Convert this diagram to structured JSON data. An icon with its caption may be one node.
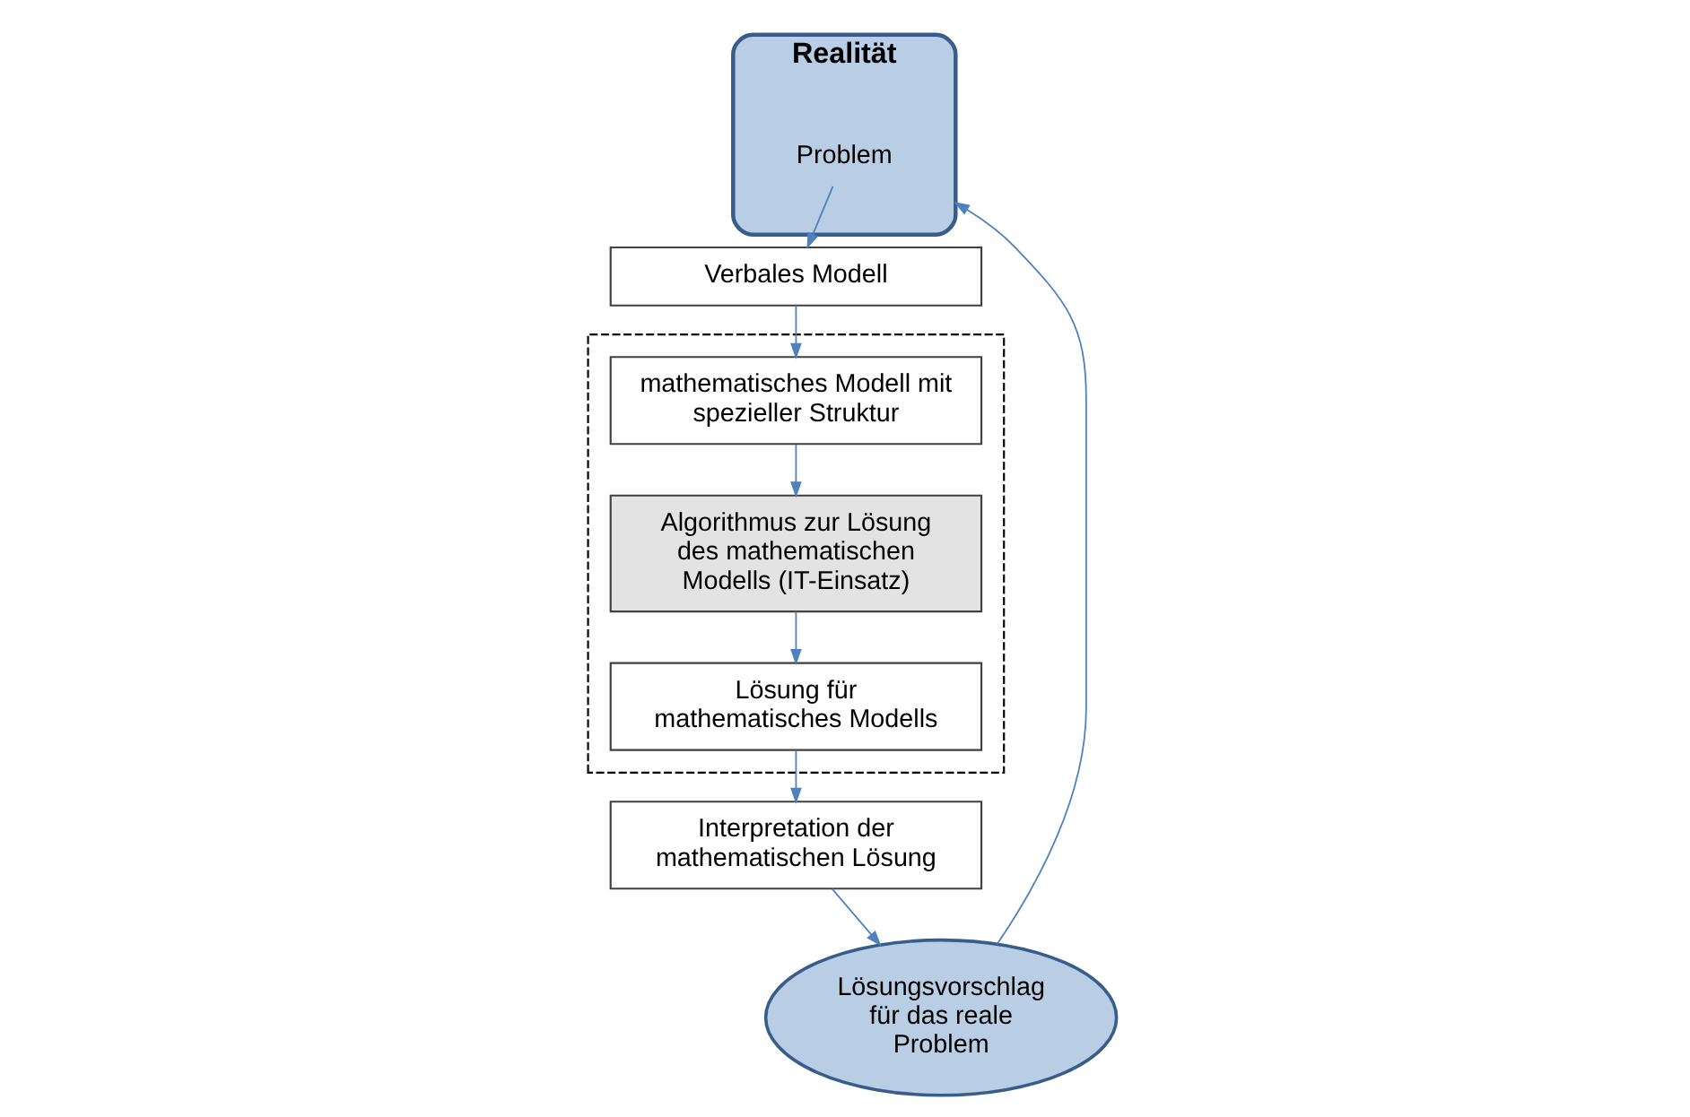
{
  "diagram": {
    "nodes": [
      {
        "text": [
          "Realität"
        ]
      },
      {
        "text": [
          "Problem"
        ],
        "in": 0
      },
      {
        "text": [
          "Verbales Modell"
        ]
      },
      {
        "text": [],
        "shape": "box"
      },
      {
        "text": [
          "mathematisches Modell mit spezieller Struktur"
        ],
        "in": 3
      },
      {
        "text": [
          "Algorithmus zur Lösung des mathematischen Modells (IT-Einsatz)"
        ],
        "in": 3
      },
      {
        "text": [
          "Lösung für mathematisches Modells"
        ],
        "in": 3
      },
      {
        "text": [
          "Interpretation der mathematischen Lösung"
        ]
      },
      {
        "text": [
          "Lösungsvorschlag für das reale Problem"
        ]
      }
    ],
    "edges": [
      {
        "from": 1,
        "to": 2,
        "arrow": "to"
      },
      {
        "from": 2,
        "to": 4,
        "arrow": "to"
      },
      {
        "from": 4,
        "to": 5,
        "arrow": "to"
      },
      {
        "from": 5,
        "to": 6,
        "arrow": "to"
      },
      {
        "from": 6,
        "to": 7,
        "arrow": "to"
      },
      {
        "from": 7,
        "to": 8,
        "arrow": "to"
      },
      {
        "from": 8,
        "to": 0,
        "arrow": "to"
      }
    ]
  }
}
